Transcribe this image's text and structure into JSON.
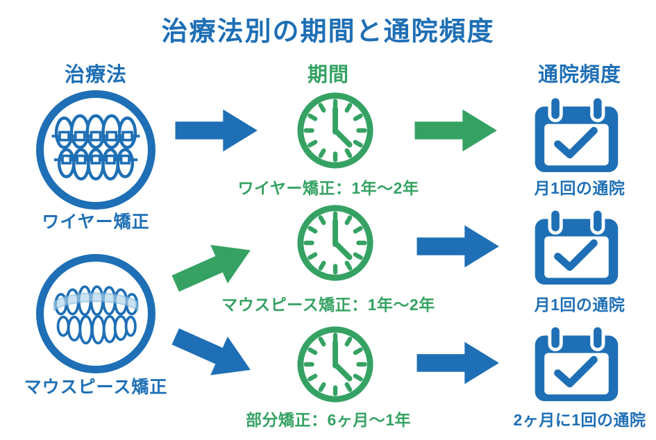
{
  "title": "治療法別の期間と通院頻度",
  "columns": {
    "treatment": "治療法",
    "duration": "期間",
    "frequency": "通院頻度"
  },
  "treatments": [
    {
      "name": "ワイヤー矯正",
      "icon": "braces-teeth-icon"
    },
    {
      "name": "マウスピース矯正",
      "icon": "mouthpiece-teeth-icon"
    }
  ],
  "rows": [
    {
      "duration": "ワイヤー矯正：1年〜2年",
      "frequency": "月1回の通院"
    },
    {
      "duration": "マウスピース矯正：1年〜2年",
      "frequency": "月1回の通院"
    },
    {
      "duration": "部分矯正：6ヶ月〜1年",
      "frequency": "2ヶ月に1回の通院"
    }
  ],
  "colors": {
    "blue": "#1e6fb5",
    "green": "#35a263",
    "aligner": "#aed3ea"
  }
}
